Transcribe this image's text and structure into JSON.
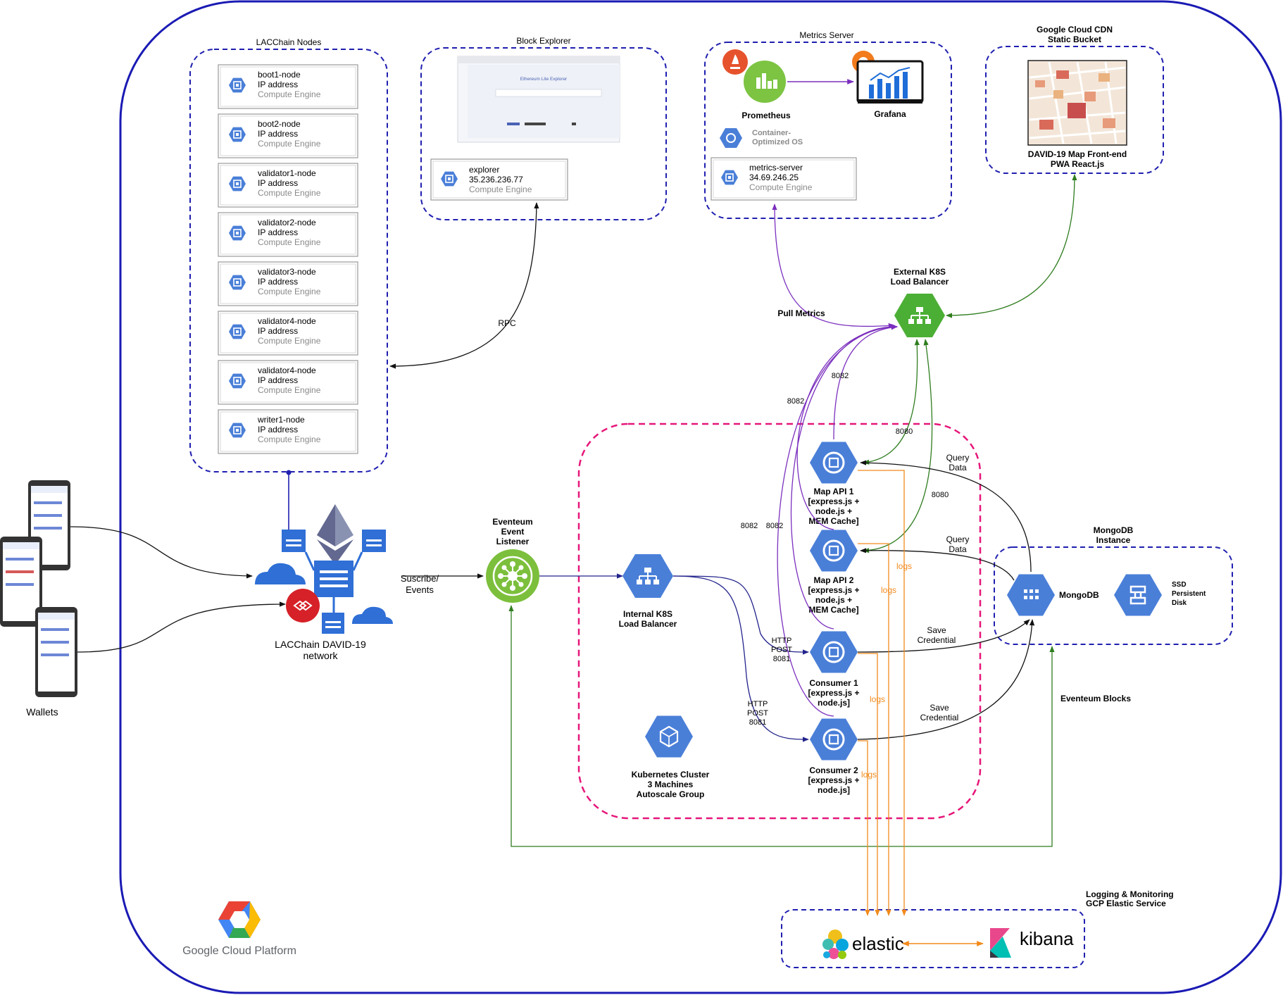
{
  "platform": {
    "logo_text": "Google Cloud Platform"
  },
  "lacchain_nodes": {
    "title": "LACChain Nodes",
    "nodes": [
      {
        "name": "boot1-node",
        "ip": "IP address",
        "type": "Compute Engine"
      },
      {
        "name": "boot2-node",
        "ip": "IP address",
        "type": "Compute Engine"
      },
      {
        "name": "validator1-node",
        "ip": "IP address",
        "type": "Compute Engine"
      },
      {
        "name": "validator2-node",
        "ip": "IP address",
        "type": "Compute Engine"
      },
      {
        "name": "validator3-node",
        "ip": "IP address",
        "type": "Compute Engine"
      },
      {
        "name": "validator4-node",
        "ip": "IP address",
        "type": "Compute Engine"
      },
      {
        "name": "validator4-node",
        "ip": "IP address",
        "type": "Compute Engine"
      },
      {
        "name": "writer1-node",
        "ip": "IP address",
        "type": "Compute Engine"
      }
    ]
  },
  "block_explorer": {
    "title": "Block Explorer",
    "screenshot_heading": "Ethereum Lite Explorer",
    "node": {
      "name": "explorer",
      "ip": "35.236.236.77",
      "type": "Compute Engine"
    }
  },
  "metrics_server": {
    "title": "Metrics Server",
    "prometheus": "Prometheus",
    "grafana": "Grafana",
    "os_line1": "Container-",
    "os_line2": "Optimized OS",
    "node": {
      "name": "metrics-server",
      "ip": "34.69.246.25",
      "type": "Compute Engine"
    }
  },
  "cdn": {
    "title_line1": "Google Cloud CDN",
    "title_line2": "Static Bucket",
    "caption_line1": "DAVID-19 Map Front-end",
    "caption_line2": "PWA React.js"
  },
  "external_lb": {
    "line1": "External K8S",
    "line2": "Load Balancer"
  },
  "pull_metrics": "Pull Metrics",
  "rpc": "RPC",
  "network": {
    "line1": "LACChain DAVID-19",
    "line2": "network"
  },
  "wallets": "Wallets",
  "subscribe": {
    "line1": "Suscribe/",
    "line2": "Events"
  },
  "eventeum": {
    "line1": "Eventeum",
    "line2": "Event",
    "line3": "Listener"
  },
  "internal_lb": {
    "line1": "Internal K8S",
    "line2": "Load Balancer"
  },
  "cluster": {
    "line1": "Kubernetes Cluster",
    "line2": "3 Machines",
    "line3": "Autoscale Group"
  },
  "services": {
    "map_api_1": [
      "Map API 1",
      "[express.js +",
      "node.js +",
      "MEM Cache]"
    ],
    "map_api_2": [
      "Map API 2",
      "[express.js +",
      "node.js +",
      "MEM Cache]"
    ],
    "consumer_1": [
      "Consumer 1",
      "[express.js +",
      "node.js]"
    ],
    "consumer_2": [
      "Consumer 2",
      "[express.js +",
      "node.js]"
    ]
  },
  "mongodb": {
    "title_line1": "MongoDB",
    "title_line2": "Instance",
    "db": "MongoDB",
    "disk_line1": "SSD",
    "disk_line2": "Persistent",
    "disk_line3": "Disk"
  },
  "edge_labels": {
    "port_8082": "8082",
    "port_8080": "8080",
    "query_data_line1": "Query",
    "query_data_line2": "Data",
    "save_credential_line1": "Save",
    "save_credential_line2": "Credential",
    "http_post_line1": "HTTP",
    "http_post_line2": "POST",
    "port_8081": "8081",
    "logs": "logs",
    "eventeum_blocks": "Eventeum Blocks"
  },
  "logging": {
    "title_line1": "Logging & Monitoring",
    "title_line2": "GCP Elastic Service",
    "elastic": "elastic",
    "kibana": "kibana"
  },
  "colors": {
    "frame": "#1a1ab4",
    "dashed_blue": "#1f1fb0",
    "cluster_pink": "#e6177a",
    "gcp_blue": "#4a7fd8",
    "purple": "#7b2fbe",
    "green": "#2f7d1f",
    "orange": "#f28a1c",
    "navy": "#23238c"
  }
}
